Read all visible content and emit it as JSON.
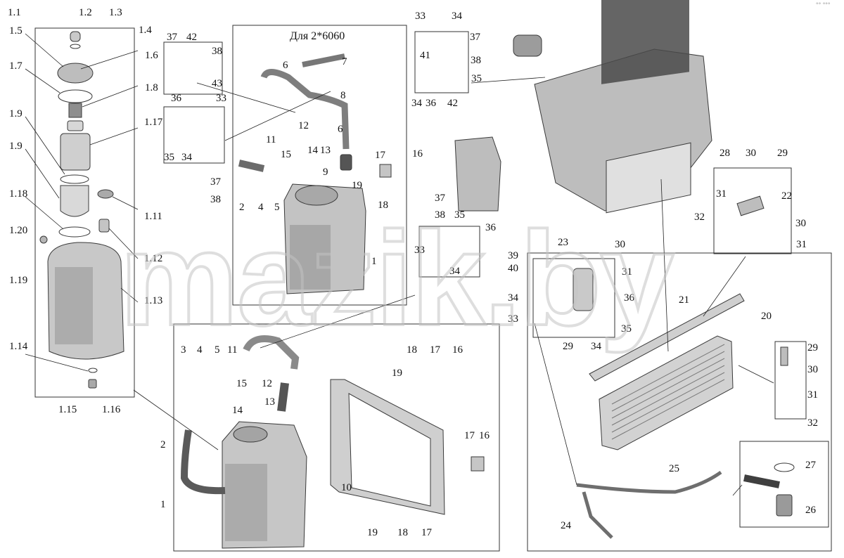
{
  "diagram": {
    "caption": "Для 2*6060",
    "watermark": "mazik.by",
    "corner_mark": "°° °°°"
  },
  "callouts": [
    "1.1",
    "1.2",
    "1.3",
    "1.4",
    "1.5",
    "1.6",
    "1.7",
    "1.8",
    "1.17",
    "1.9",
    "1.9",
    "1.18",
    "1.11",
    "1.12",
    "1.13",
    "1.20",
    "1.19",
    "1.14",
    "1.15",
    "1.16",
    "37",
    "42",
    "38",
    "43",
    "36",
    "33",
    "35",
    "34",
    "37",
    "38",
    "6",
    "7",
    "8",
    "6",
    "9",
    "12",
    "11",
    "15",
    "14",
    "13",
    "17",
    "16",
    "19",
    "18",
    "2",
    "4",
    "5",
    "1",
    "33",
    "34",
    "37",
    "41",
    "38",
    "35",
    "34",
    "36",
    "42",
    "37",
    "38",
    "35",
    "36",
    "33",
    "34",
    "39",
    "40",
    "34",
    "33",
    "23",
    "30",
    "31",
    "36",
    "35",
    "29",
    "34",
    "21",
    "28",
    "30",
    "29",
    "31",
    "22",
    "32",
    "30",
    "31",
    "20",
    "29",
    "30",
    "31",
    "32",
    "27",
    "26",
    "25",
    "24",
    "3",
    "4",
    "5",
    "11",
    "18",
    "17",
    "16",
    "19",
    "15",
    "12",
    "14",
    "13",
    "2",
    "1",
    "10",
    "17",
    "16",
    "19",
    "18",
    "17"
  ]
}
